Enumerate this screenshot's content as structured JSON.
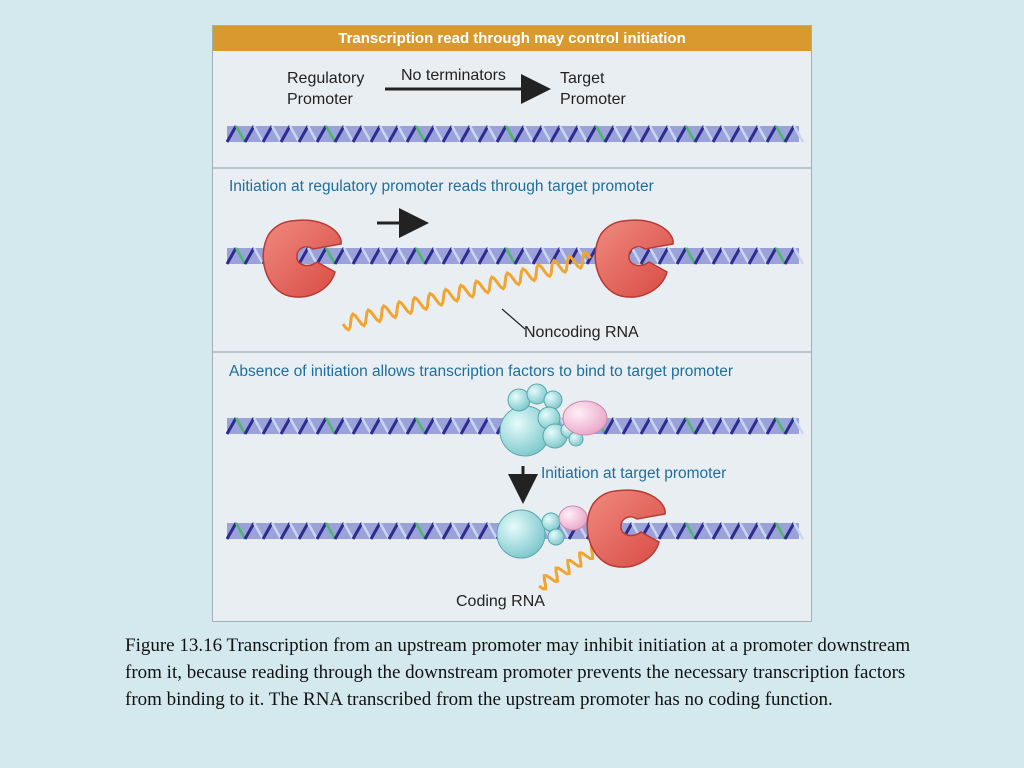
{
  "diagram": {
    "title": "Transcription read through may control initiation",
    "panel1": {
      "regulatory_promoter_label": "Regulatory Promoter",
      "arrow_label": "No terminators",
      "target_promoter_label": "Target Promoter"
    },
    "panel2": {
      "heading": "Initiation at regulatory promoter reads through target promoter",
      "rna_label": "Noncoding RNA"
    },
    "panel3": {
      "heading": "Absence of initiation allows transcription factors to bind to target promoter",
      "arrow_label": "Initiation at target promoter",
      "rna_label": "Coding RNA"
    },
    "colors": {
      "header": "#d89a2f",
      "heading_text": "#1d6e9e",
      "dna_strand": "#2e2a8f",
      "dna_backbone": "#5b63c4",
      "dna_green": "#4bb86a",
      "polymerase": "#e8665c",
      "transcription_factor": "#8fd3d6",
      "tf_pink": "#f3b8d6",
      "rna": "#f0a531"
    }
  },
  "caption": {
    "text": "Figure 13.16  Transcription from an upstream promoter may inhibit initiation at a promoter downstream from it, because reading through the downstream promoter prevents the necessary transcription factors from binding to it. The RNA transcribed from the upstream promoter has no coding function."
  }
}
